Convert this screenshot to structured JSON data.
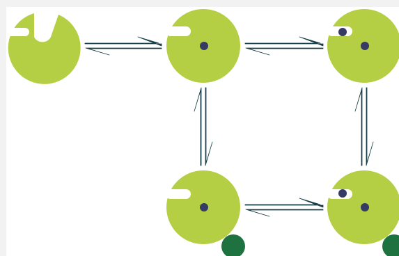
{
  "colors": {
    "page_background": "#f2f2f2",
    "canvas_background": "#ffffff",
    "enzyme": "#b5cf45",
    "ligand_small": "#363b63",
    "ligand_large": "#1e7240",
    "arrow": "#173f48"
  },
  "diagram": {
    "states": [
      {
        "id": "free-receptor",
        "site_shape": "u-notch",
        "bound_small": 0,
        "bound_large": false
      },
      {
        "id": "receptor-1-small",
        "site_shape": "slot",
        "bound_small": 1,
        "bound_large": false
      },
      {
        "id": "receptor-2-small",
        "site_shape": "slot-occupied",
        "bound_small": 2,
        "bound_large": false
      },
      {
        "id": "receptor-1-small-large",
        "site_shape": "slot",
        "bound_small": 1,
        "bound_large": true
      },
      {
        "id": "receptor-2-small-large",
        "site_shape": "slot-occupied",
        "bound_small": 2,
        "bound_large": true
      }
    ],
    "equilibria": [
      {
        "from": "free-receptor",
        "to": "receptor-1-small",
        "type": "reversible"
      },
      {
        "from": "receptor-1-small",
        "to": "receptor-2-small",
        "type": "reversible"
      },
      {
        "from": "receptor-1-small",
        "to": "receptor-1-small-large",
        "type": "reversible"
      },
      {
        "from": "receptor-2-small",
        "to": "receptor-2-small-large",
        "type": "reversible"
      },
      {
        "from": "receptor-1-small-large",
        "to": "receptor-2-small-large",
        "type": "reversible"
      }
    ]
  }
}
